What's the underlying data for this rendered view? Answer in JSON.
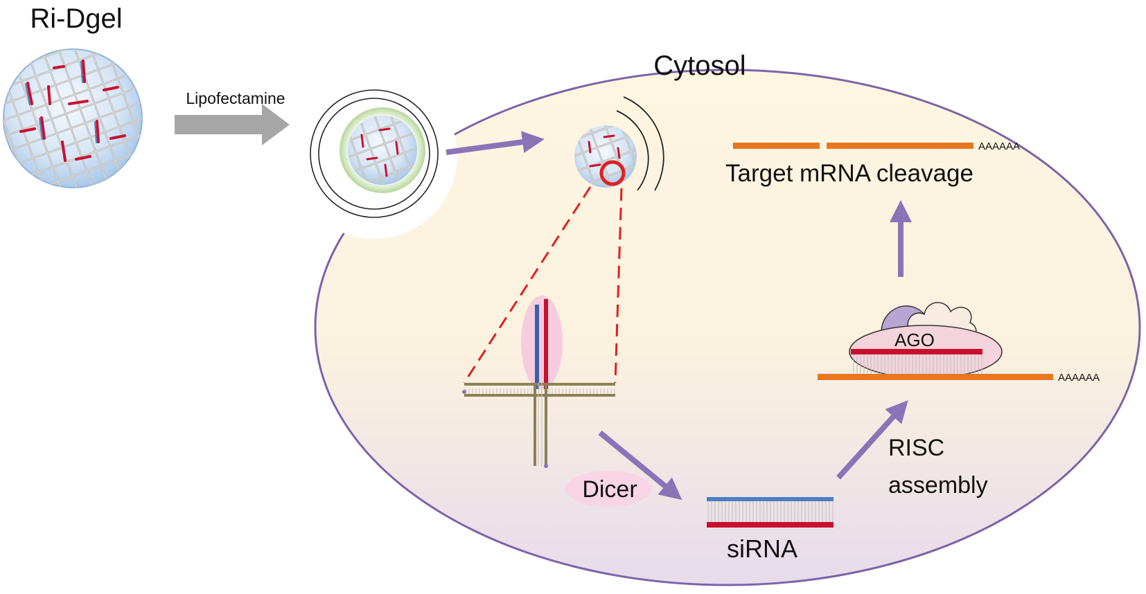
{
  "labels": {
    "ri_dgel": "Ri-Dgel",
    "lipofectamine": "Lipofectamine",
    "cytosol": "Cytosol",
    "target_mrna_cleavage": "Target mRNA cleavage",
    "poly_a_top": "AAAAAA",
    "poly_a_bottom": "AAAAAA",
    "ago": "AGO",
    "risc_line1": "RISC",
    "risc_line2": "assembly",
    "dicer": "Dicer",
    "sirna": "siRNA"
  },
  "colors": {
    "purple_arrow": "#8b73b8",
    "gray_arrow": "#a6a6a6",
    "cell_outline": "#7c63a8",
    "cytosol_top": "#fdf6e1",
    "cytosol_bottom": "#e7dcec",
    "mrna_orange": "#e87722",
    "strand_red": "#c8102e",
    "strand_blue": "#4a7fc1",
    "scaffold_olive": "#8b8055",
    "dashed_red": "#e02020",
    "gel_blue": "#a9c8ea",
    "ago_pink": "#f3d3dc",
    "dicer_pink": "#f7d5e4"
  },
  "icons": [
    "gel-sphere-icon",
    "endosome-icon",
    "released-gel-icon",
    "dna-scaffold-icon",
    "sirna-duplex-icon",
    "risc-complex-icon"
  ]
}
